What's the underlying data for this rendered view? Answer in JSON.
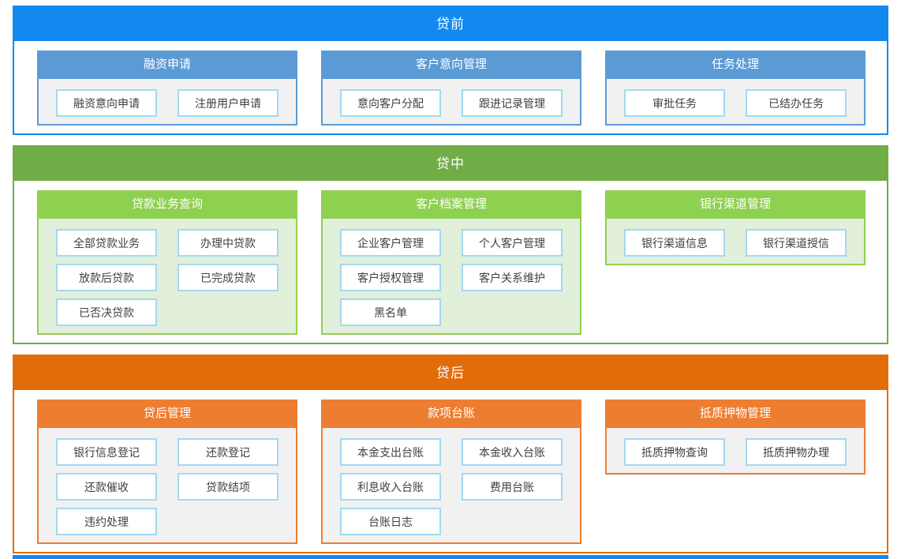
{
  "ui": {
    "button_border": "#a3d8f2",
    "button_text": "#404040",
    "bottom_partial_bar_color": "#1289ef"
  },
  "sections": [
    {
      "key": "pre-loan",
      "title": "贷前",
      "theme": {
        "zone_header_bg": "#1289ef",
        "zone_border": "#1289ef",
        "panel_header_bg": "#5b9bd5",
        "panel_border": "#5b9bd5",
        "panel_body_bg": "#f1f1f1"
      },
      "panels": [
        {
          "key": "financing-application",
          "title": "融资申请",
          "buttons": [
            "融资意向申请",
            "注册用户申请"
          ]
        },
        {
          "key": "customer-intention-management",
          "title": "客户意向管理",
          "buttons": [
            "意向客户分配",
            "跟进记录管理"
          ]
        },
        {
          "key": "task-processing",
          "title": "任务处理",
          "buttons": [
            "审批任务",
            "已结办任务"
          ]
        }
      ]
    },
    {
      "key": "in-loan",
      "title": "贷中",
      "theme": {
        "zone_header_bg": "#70ad47",
        "zone_border": "#70ad47",
        "panel_header_bg": "#8ed04f",
        "panel_border": "#92d050",
        "panel_body_bg": "#e2efda"
      },
      "panels": [
        {
          "key": "loan-business-query",
          "title": "贷款业务查询",
          "buttons": [
            "全部贷款业务",
            "办理中贷款",
            "放款后贷款",
            "已完成贷款",
            "已否决贷款"
          ]
        },
        {
          "key": "customer-archive-management",
          "title": "客户档案管理",
          "buttons": [
            "企业客户管理",
            "个人客户管理",
            "客户授权管理",
            "客户关系维护",
            "黑名单"
          ]
        },
        {
          "key": "bank-channel-management",
          "title": "银行渠道管理",
          "buttons": [
            "银行渠道信息",
            "银行渠道授信"
          ]
        }
      ]
    },
    {
      "key": "post-loan",
      "title": "贷后",
      "theme": {
        "zone_header_bg": "#e36c0a",
        "zone_border": "#e36c0a",
        "panel_header_bg": "#ed7d31",
        "panel_border": "#ed7d31",
        "panel_body_bg": "#f1f1f1"
      },
      "panels": [
        {
          "key": "post-loan-management",
          "title": "贷后管理",
          "buttons": [
            "银行信息登记",
            "还款登记",
            "还款催收",
            "贷款结项",
            "违约处理"
          ]
        },
        {
          "key": "payment-ledger",
          "title": "款项台账",
          "buttons": [
            "本金支出台账",
            "本金收入台账",
            "利息收入台账",
            "费用台账",
            "台账日志"
          ]
        },
        {
          "key": "collateral-management",
          "title": "抵质押物管理",
          "buttons": [
            "抵质押物查询",
            "抵质押物办理"
          ]
        }
      ]
    }
  ]
}
